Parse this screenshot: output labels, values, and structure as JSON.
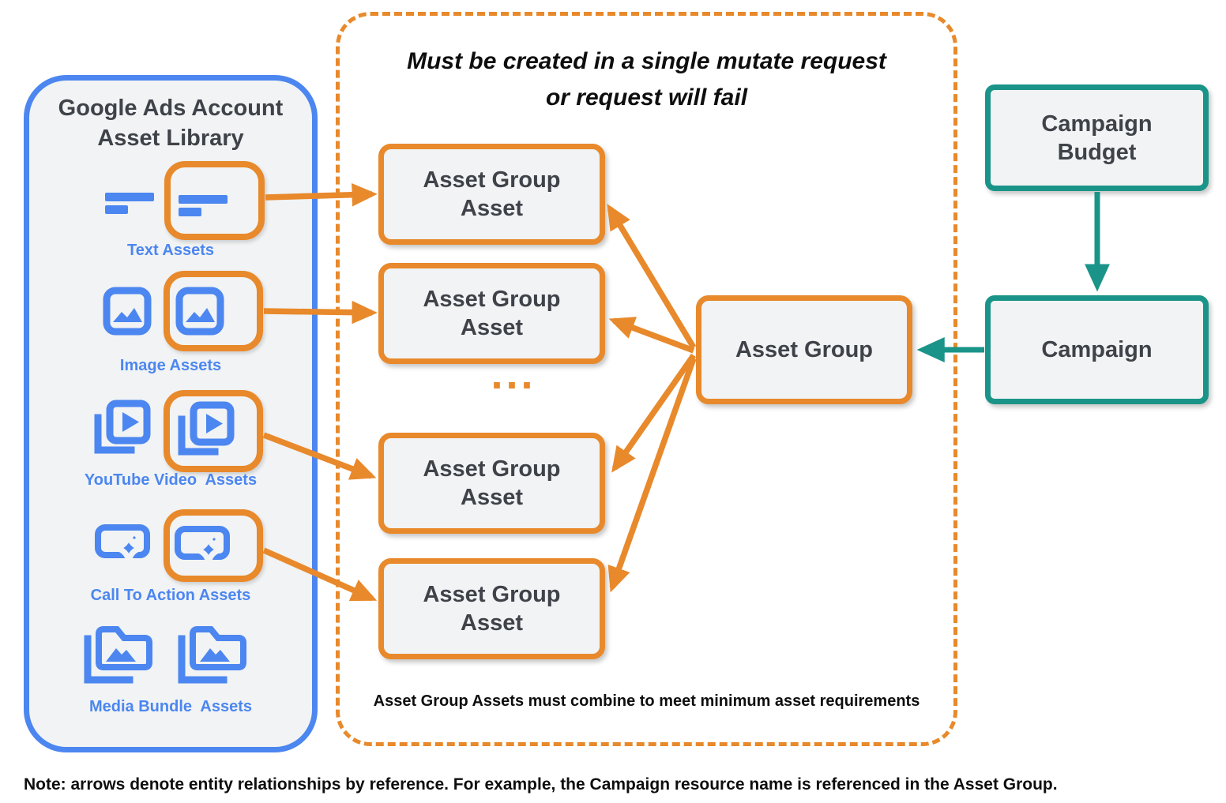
{
  "colors": {
    "orange": "#E8892B",
    "blue": "#4C86F0",
    "teal": "#1A9488",
    "box_fill": "#F1F3F4",
    "dark_text": "#3F4349",
    "black_text": "#0E0E0E"
  },
  "asset_library": {
    "title_line1": "Google Ads Account",
    "title_line2": "Asset Library",
    "items": [
      {
        "label": "Text Assets",
        "icon": "text-asset-icon"
      },
      {
        "label": "Image Assets",
        "icon": "image-asset-icon"
      },
      {
        "label": "YouTube Video  Assets",
        "icon": "youtube-video-asset-icon"
      },
      {
        "label": "Call To Action Assets",
        "icon": "call-to-action-asset-icon"
      },
      {
        "label": "Media Bundle  Assets",
        "icon": "media-bundle-asset-icon"
      }
    ]
  },
  "mutate_container": {
    "title_line1": "Must be created in a single mutate request",
    "title_line2": "or request will fail",
    "asset_group_asset_boxes": [
      "Asset Group Asset",
      "Asset Group Asset",
      "Asset Group Asset",
      "Asset Group Asset"
    ],
    "ellipsis": "...",
    "footnote": "Asset Group Assets must combine to meet minimum asset requirements"
  },
  "asset_group": {
    "label": "Asset Group"
  },
  "campaign_budget": {
    "label": "Campaign Budget"
  },
  "campaign": {
    "label": "Campaign"
  },
  "note": "Note: arrows denote entity relationships by reference. For example, the Campaign resource name is referenced in the Asset Group."
}
